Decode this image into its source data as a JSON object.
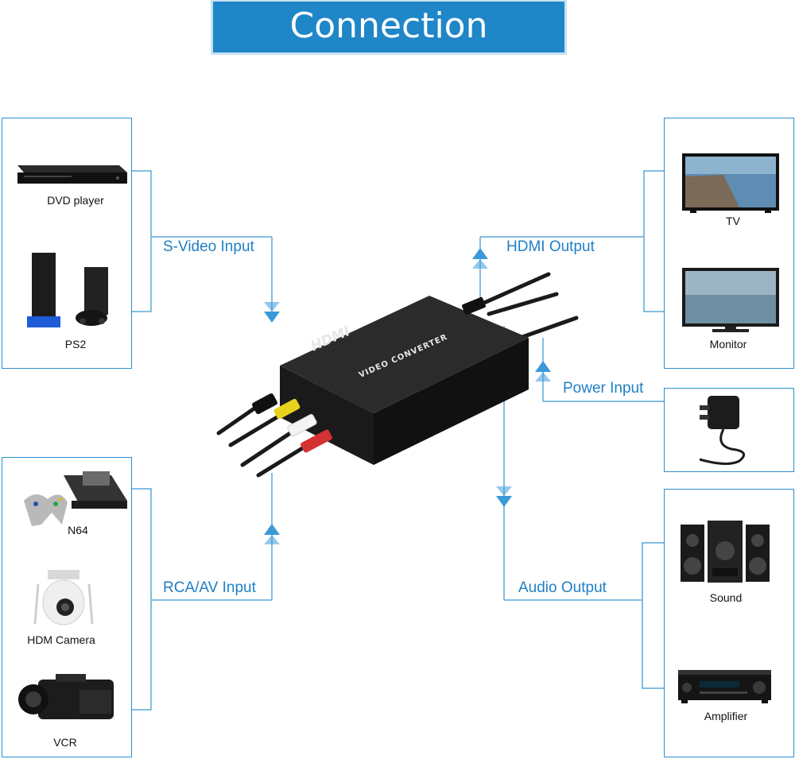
{
  "title": "Connection Diagram",
  "groups": {
    "svideo": "S-Video Input",
    "rca": "RCA/AV Input",
    "hdmi_out": "HDMI Output",
    "power": "Power Input",
    "audio": "Audio Output"
  },
  "devices": {
    "dvd": "DVD player",
    "ps2": "PS2",
    "n64": "N64",
    "camera": "HDM Camera",
    "vcr": "VCR",
    "tv": "TV",
    "monitor": "Monitor",
    "sound": "Sound",
    "amplifier": "Amplifier"
  },
  "converter": {
    "brand": "HDMI",
    "model": "VIDEO CONVERTER"
  },
  "colors": {
    "accent": "#1f86c8",
    "line": "#2b8fd0",
    "device_body": "#1a1a1a"
  }
}
